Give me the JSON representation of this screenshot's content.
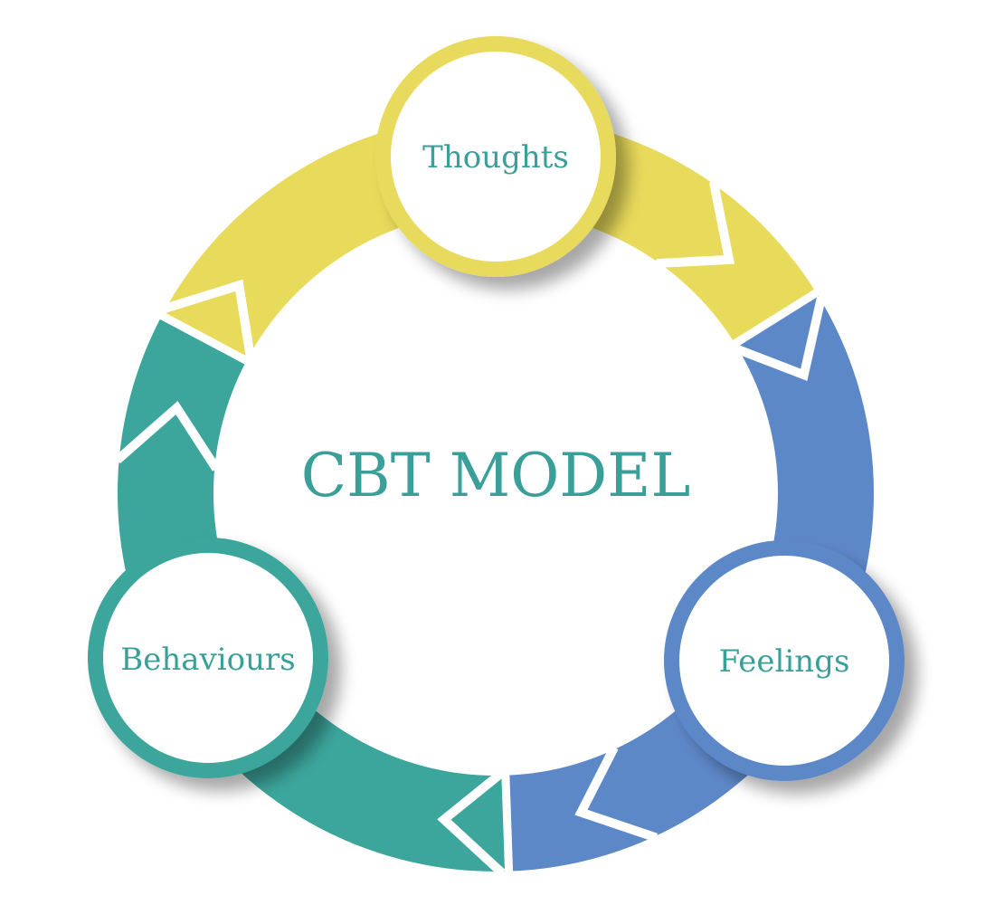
{
  "title": "CBT MODEL",
  "nodes": [
    {
      "id": "thoughts",
      "label": "Thoughts",
      "color": "#E8DA5B"
    },
    {
      "id": "feelings",
      "label": "Feelings",
      "color": "#5D88C8"
    },
    {
      "id": "behaviours",
      "label": "Behaviours",
      "color": "#3CA69C"
    }
  ],
  "colors": {
    "text": "#3A9F99",
    "background": "#FFFFFF",
    "gap": "#FFFFFF"
  },
  "cycle": [
    "thoughts",
    "feelings",
    "behaviours"
  ]
}
